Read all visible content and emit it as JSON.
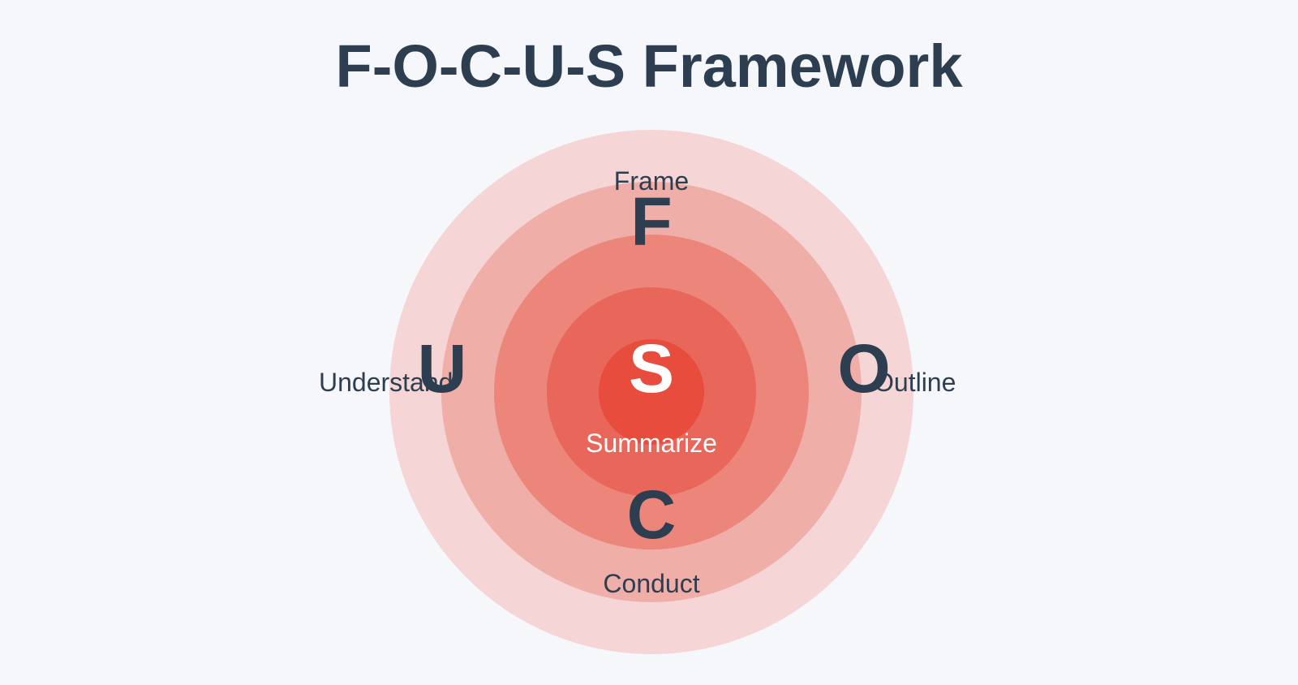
{
  "title": "F-O-C-U-S Framework",
  "colors": {
    "background": "#f5f7fa",
    "text": "#2c3e50",
    "ring_1": "#f5d5d5",
    "ring_2": "#efaea7",
    "ring_3": "#ec857a",
    "ring_4": "#e9665a",
    "ring_5": "#e74c3c",
    "center_text": "#ffffff"
  },
  "steps": {
    "f": {
      "letter": "F",
      "label": "Frame"
    },
    "o": {
      "letter": "O",
      "label": "Outline"
    },
    "c": {
      "letter": "C",
      "label": "Conduct"
    },
    "u": {
      "letter": "U",
      "label": "Understand"
    },
    "s": {
      "letter": "S",
      "label": "Summarize"
    }
  }
}
